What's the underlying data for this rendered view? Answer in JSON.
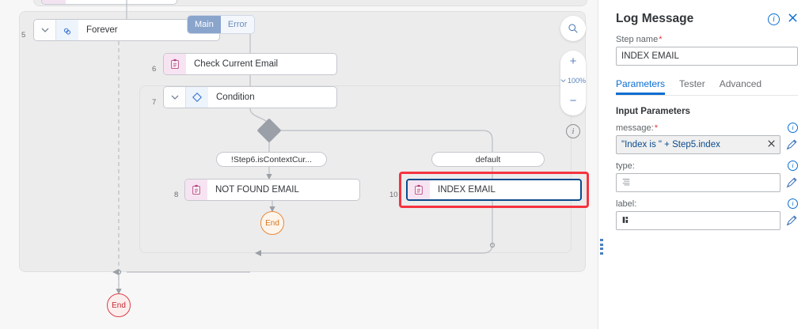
{
  "canvas": {
    "nodes": [
      {
        "number": "5",
        "label": "Forever",
        "icon": "infinity-icon",
        "has_caret": true,
        "icon_tint": "blue"
      },
      {
        "number": "6",
        "label": "Check Current Email",
        "icon": "clipboard-icon",
        "has_caret": false,
        "icon_tint": "pink"
      },
      {
        "number": "7",
        "label": "Condition",
        "icon": "diamond-icon",
        "has_caret": true,
        "icon_tint": "blue"
      },
      {
        "number": "8",
        "label": "NOT FOUND EMAIL",
        "icon": "clipboard-icon",
        "has_caret": false,
        "icon_tint": "pink"
      },
      {
        "number": "10",
        "label": "INDEX EMAIL",
        "icon": "clipboard-icon",
        "has_caret": false,
        "icon_tint": "pink"
      }
    ],
    "branch_tabs": [
      {
        "label": "Main",
        "active": true
      },
      {
        "label": "Error",
        "active": false
      }
    ],
    "branch_pills": [
      {
        "label": "!Step6.isContextCur..."
      },
      {
        "label": "default"
      }
    ],
    "end_nodes": [
      {
        "label": "End",
        "color": "#e9883a"
      },
      {
        "label": "End",
        "color": "#d9404a"
      }
    ],
    "toolbar": {
      "search_icon": "magnifier-icon",
      "zoom_in": "+",
      "zoom_level": "100%",
      "zoom_out": "−",
      "info_icon": "info-icon"
    },
    "selection_color": "#f5333f",
    "selected_node_border": "#0a4a8c"
  },
  "panel": {
    "title": "Log Message",
    "info_icon": "info-icon",
    "close_icon": "close-icon",
    "step_name_label": "Step name",
    "step_name_required": "*",
    "step_name_value": "INDEX EMAIL",
    "tabs": [
      {
        "label": "Parameters",
        "active": true
      },
      {
        "label": "Tester",
        "active": false
      },
      {
        "label": "Advanced",
        "active": false
      }
    ],
    "section_title": "Input Parameters",
    "params": [
      {
        "name": "message:",
        "required": "*",
        "value": "\"Index is \" + Step5.index",
        "has_clear": true,
        "clear_icon": "close-icon",
        "info_icon": "info-icon",
        "edit_icon": "edit-pencil-icon",
        "state": "filled"
      },
      {
        "name": "type:",
        "required": "",
        "value": "",
        "has_clear": false,
        "placeholder_icon": "list-lines-icon",
        "info_icon": "info-icon",
        "edit_icon": "edit-pencil-icon",
        "state": "empty"
      },
      {
        "name": "label:",
        "required": "",
        "value": "",
        "has_clear": false,
        "placeholder_icon": "blocks-icon",
        "info_icon": "info-icon",
        "edit_icon": "edit-pencil-icon",
        "state": "empty"
      }
    ],
    "accent_color": "#0a6ed1",
    "required_color": "#e0383c"
  }
}
